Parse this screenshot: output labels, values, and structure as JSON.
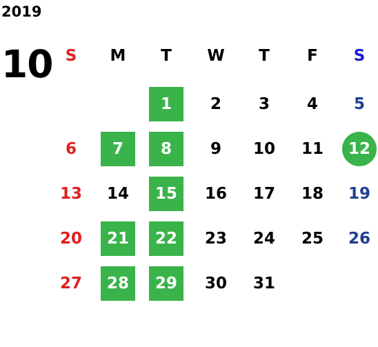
{
  "calendar": {
    "year": "2019",
    "month": "10",
    "weekdays": [
      {
        "label": "S",
        "color": "#e02020"
      },
      {
        "label": "M",
        "color": "#000000"
      },
      {
        "label": "T",
        "color": "#000000"
      },
      {
        "label": "W",
        "color": "#000000"
      },
      {
        "label": "T",
        "color": "#000000"
      },
      {
        "label": "F",
        "color": "#000000"
      },
      {
        "label": "S",
        "color": "#1a1ad6"
      }
    ],
    "colors": {
      "sunday": "#e02020",
      "saturday": "#1f3f8f",
      "weekday": "#000000",
      "highlight": "#3ab34a",
      "highlight_text": "#ffffff"
    },
    "weeks": [
      [
        null,
        null,
        {
          "day": "1",
          "mark": "square"
        },
        {
          "day": "2"
        },
        {
          "day": "3"
        },
        {
          "day": "4"
        },
        {
          "day": "5"
        }
      ],
      [
        {
          "day": "6"
        },
        {
          "day": "7",
          "mark": "square"
        },
        {
          "day": "8",
          "mark": "square"
        },
        {
          "day": "9"
        },
        {
          "day": "10"
        },
        {
          "day": "11"
        },
        {
          "day": "12",
          "mark": "circle"
        }
      ],
      [
        {
          "day": "13"
        },
        {
          "day": "14"
        },
        {
          "day": "15",
          "mark": "square"
        },
        {
          "day": "16"
        },
        {
          "day": "17"
        },
        {
          "day": "18"
        },
        {
          "day": "19"
        }
      ],
      [
        {
          "day": "20"
        },
        {
          "day": "21",
          "mark": "square"
        },
        {
          "day": "22",
          "mark": "square"
        },
        {
          "day": "23"
        },
        {
          "day": "24"
        },
        {
          "day": "25"
        },
        {
          "day": "26"
        }
      ],
      [
        {
          "day": "27"
        },
        {
          "day": "28",
          "mark": "square"
        },
        {
          "day": "29",
          "mark": "square"
        },
        {
          "day": "30"
        },
        {
          "day": "31"
        },
        null,
        null
      ]
    ]
  }
}
